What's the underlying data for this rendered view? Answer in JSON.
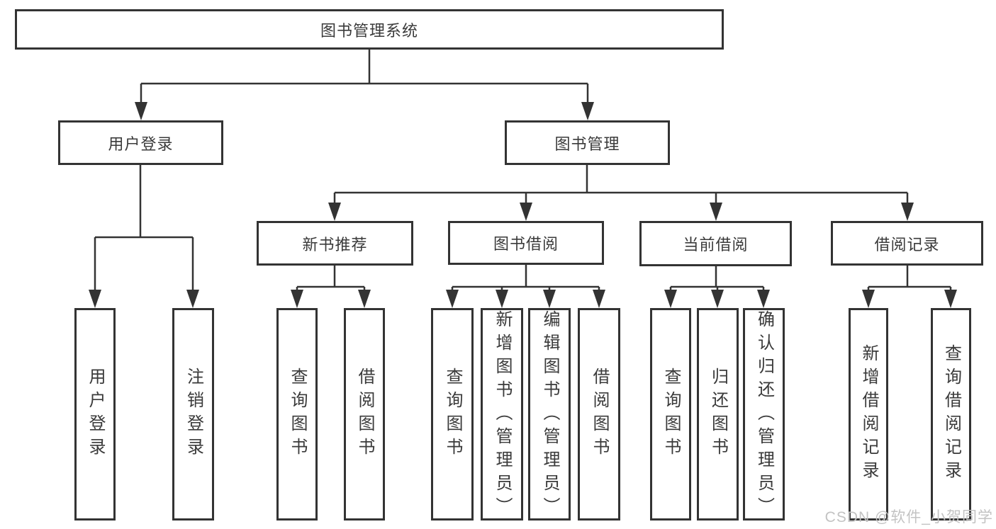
{
  "diagram": {
    "type": "hierarchy-tree",
    "root": {
      "label": "图书管理系统"
    },
    "level2": {
      "user_login": {
        "label": "用户登录"
      },
      "book_mgmt": {
        "label": "图书管理"
      }
    },
    "level3": {
      "new_book_recommend": {
        "label": "新书推荐"
      },
      "book_borrow": {
        "label": "图书借阅"
      },
      "current_borrow": {
        "label": "当前借阅"
      },
      "borrow_record": {
        "label": "借阅记录"
      }
    },
    "level4": {
      "user_login_children": [
        "用户登录",
        "注销登录"
      ],
      "new_book_children": [
        "查询图书",
        "借阅图书"
      ],
      "book_borrow_children": [
        "查询图书",
        "新增图书（管理员）",
        "编辑图书（管理员）",
        "借阅图书"
      ],
      "current_borrow_children": [
        "查询图书",
        "归还图书",
        "确认归还（管理员）"
      ],
      "borrow_record_children": [
        "新增借阅记录",
        "查询借阅记录"
      ]
    }
  },
  "watermark": "CSDN @软件_小贺同学",
  "colors": {
    "line": "#333333",
    "border": "#333333",
    "text": "#3a3a3a",
    "background": "#ffffff",
    "watermark": "#c3c3c3"
  }
}
